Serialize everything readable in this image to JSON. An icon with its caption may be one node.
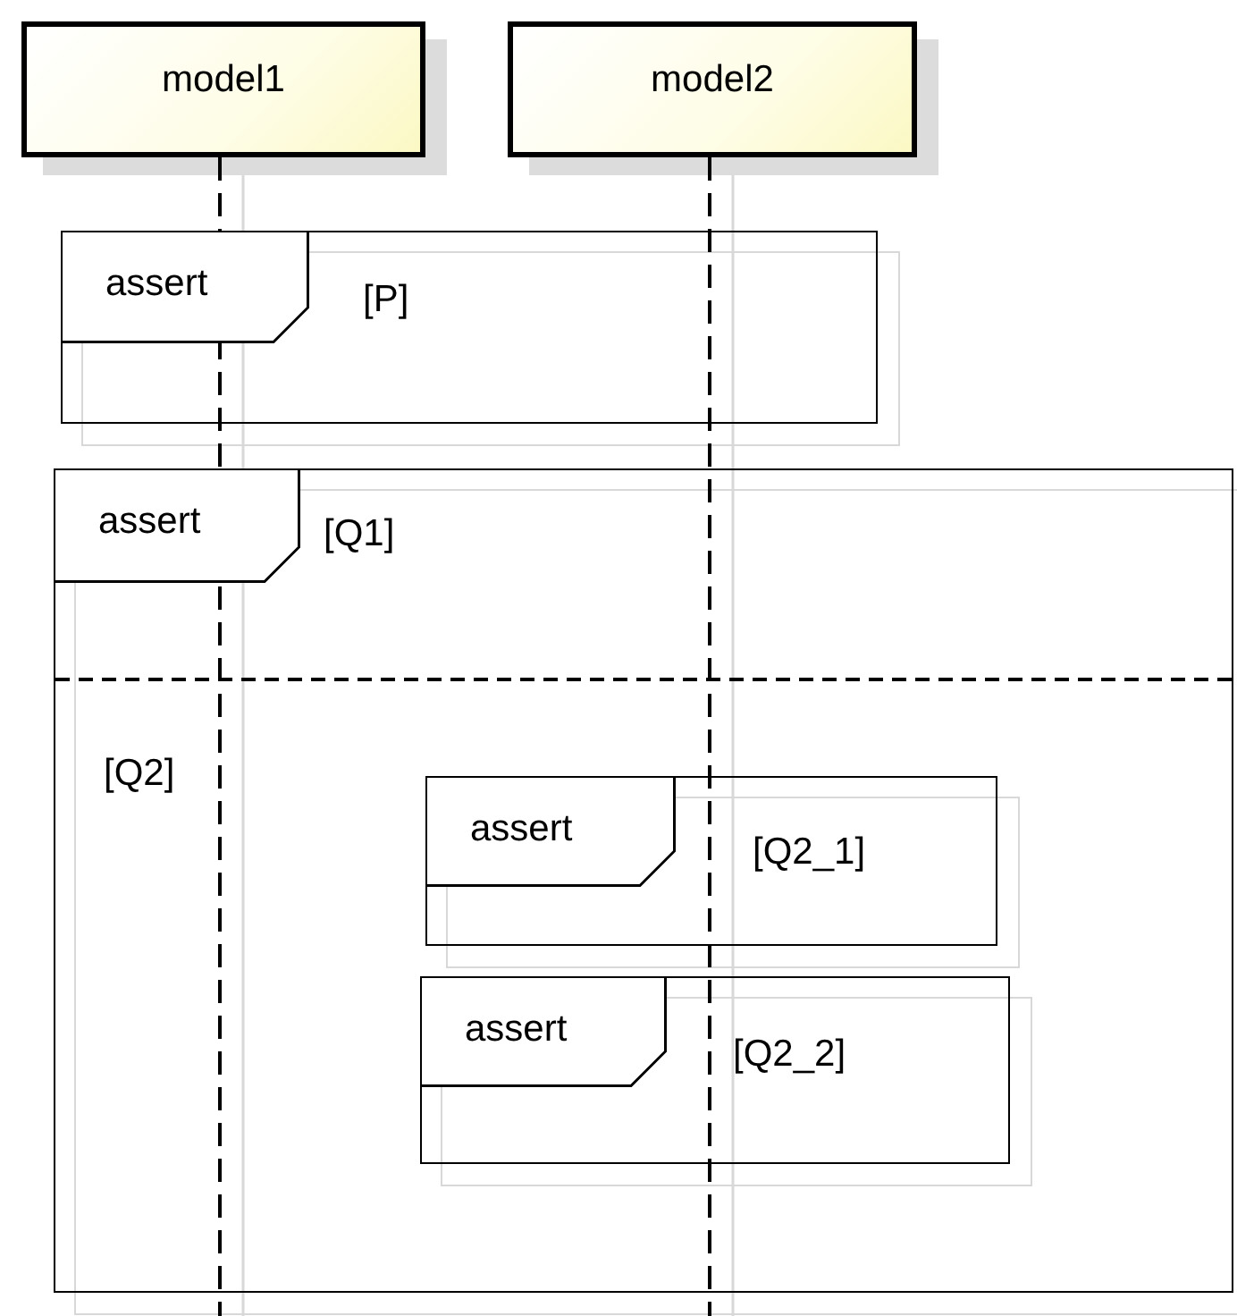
{
  "diagram": {
    "nodes": [
      {
        "text": [
          "model1"
        ]
      },
      {
        "text": [
          "model2"
        ]
      },
      {
        "text": [
          "assert",
          "[P]"
        ]
      },
      {
        "text": [
          "assert",
          "[Q1]",
          "[Q2]"
        ]
      },
      {
        "text": [
          "assert",
          "[Q2_1]"
        ],
        "in": 3
      },
      {
        "text": [
          "assert",
          "[Q2_2]"
        ],
        "in": 3
      }
    ]
  }
}
